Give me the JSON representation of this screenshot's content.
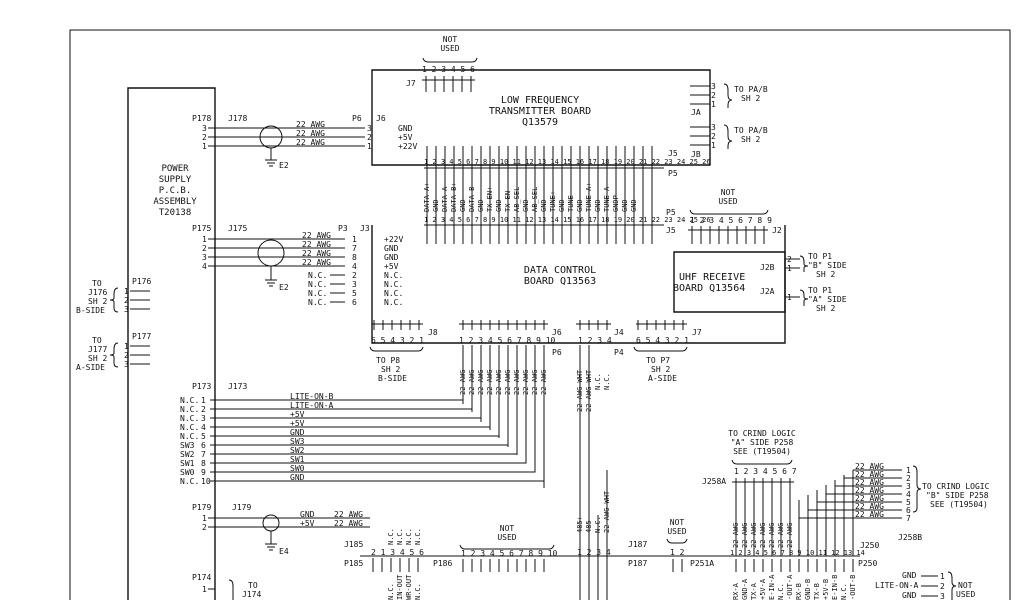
{
  "power_supply": {
    "line1": "POWER",
    "line2": "SUPPLY",
    "line3": "P.C.B.",
    "line4": "ASSEMBLY",
    "line5": "T20138"
  },
  "low_freq": {
    "line1": "LOW FREQUENCY",
    "line2": "TRANSMITTER BOARD",
    "line3": "Q13579"
  },
  "data_control": {
    "line1": "DATA CONTROL",
    "line2": "BOARD Q13563"
  },
  "uhf": {
    "line1": "UHF RECEIVE",
    "line2": "BOARD Q13564"
  },
  "not_used": {
    "line1": "NOT",
    "line2": "USED"
  },
  "pins_1_6": "1 2 3 4 5 6",
  "pins_1_9": "1 2 3 4 5 6 7 8 9",
  "pins_1_10": "1 2 3 4 5 6 7 8 9 10",
  "pins_6_1": "6 5 4 3 2 1",
  "pins_1_4": "1 2 3 4",
  "pins_1_2": "1 2",
  "pins_1_26": "1 2 3 4 5 6 7 8 9 10 11 12 13 14 15 16 17 18 19 20 21 22 23 24 25 26",
  "pins_1_14": "1 2 3 4 5 6 7 8 9 10 11 12 13 14",
  "conn": {
    "J7": "J7",
    "J5": "J5",
    "P5": "P5",
    "JA": "JA",
    "JB": "JB",
    "J2": "J2",
    "P178": "P178",
    "J178": "J178",
    "P6": "P6",
    "J6": "J6",
    "P175": "P175",
    "J175": "J175",
    "P3": "P3",
    "J3": "J3",
    "J2B": "J2B",
    "J2A": "J2A",
    "P176": "P176",
    "P177": "P177",
    "J8": "J8",
    "J4": "J4",
    "P4": "P4",
    "P173": "P173",
    "J173": "J173",
    "P179": "P179",
    "J179": "J179",
    "J185": "J185",
    "P185": "P185",
    "P186": "P186",
    "J187": "J187",
    "P187": "P187",
    "P251A": "P251A",
    "J258A": "J258A",
    "J250": "J250",
    "P250": "P250",
    "J258B": "J258B",
    "P174": "P174"
  },
  "ground": {
    "E2": "E2",
    "E4": "E4"
  },
  "refs": {
    "to_pab_l1": "TO PA/B",
    "to_pab_l2": "SH 2",
    "to_p1_b_l1": "TO P1",
    "to_p1_b_l2": "\"B\" SIDE",
    "to_p1_b_l3": "SH 2",
    "to_p1_a_l1": "TO P1",
    "to_p1_a_l2": "\"A\" SIDE",
    "to_p1_a_l3": "SH 2",
    "to_j176_l1": "TO",
    "to_j176_l2": "J176",
    "to_j176_l3": "SH 2",
    "to_j176_l4": "B-SIDE",
    "to_j177_l1": "TO",
    "to_j177_l2": "J177",
    "to_j177_l3": "SH 2",
    "to_j177_l4": "A-SIDE",
    "to_p8_l1": "TO P8",
    "to_p8_l2": "SH 2",
    "to_p8_l3": "B-SIDE",
    "to_p7_l1": "TO P7",
    "to_p7_l2": "SH 2",
    "to_p7_l3": "A-SIDE",
    "crind_a_l1": "TO CRIND LOGIC",
    "crind_a_l2": "\"A\" SIDE P258",
    "crind_a_l3": "SEE (T19504)",
    "crind_b_l1": "TO CRIND LOGIC",
    "crind_b_l2": "\"B\" SIDE P258",
    "crind_b_l3": "SEE (T19504)",
    "to_j174_l1": "TO",
    "to_j174_l2": "J174"
  },
  "wire": {
    "awg22": "22 AWG",
    "awg22wht": "22 AWG WHT"
  },
  "sig": {
    "gnd": "GND",
    "p5v": "+5V",
    "p22v": "+22V",
    "nc": "N.C.",
    "lite_b": "LITE-ON-B",
    "lite_a": "LITE-ON-A",
    "sw3": "SW3",
    "sw2": "SW2",
    "sw1": "SW1",
    "sw0": "SW0",
    "rs485p": "485+",
    "rs485m": "485-"
  },
  "p5_labels": [
    "DATA-A+",
    "GND",
    "DATA-A-",
    "DATA-B+",
    "GND",
    "DATA-B-",
    "GND",
    "TX-EN+",
    "GND",
    "TX-EN-",
    "AB_SEL",
    "GND",
    "AB_SEL",
    "GND",
    "TUNE+",
    "GND",
    "TUNE-",
    "GND",
    "TUNE-A+",
    "GND",
    "TUNE-A-",
    "GNDP",
    "GND",
    "GND"
  ],
  "j185_labels": [
    "N.C.",
    "N.C.",
    "N.C.",
    "N.C."
  ],
  "j185_bottom": [
    "N.C.",
    "IN-OUT",
    "WR-OUT",
    "N.C."
  ],
  "j250_labels": [
    "RX-A",
    "GND-A",
    "TX-A",
    "+5V-A",
    "E-IN-A",
    "N.C.",
    "-OUT-A",
    "RX-B",
    "GND-B",
    "TX-B",
    "+5V-B",
    "E-IN-B",
    "N.C.",
    "-OUT-B"
  ],
  "lite_on_a_arrow": "LITE-ON-A"
}
